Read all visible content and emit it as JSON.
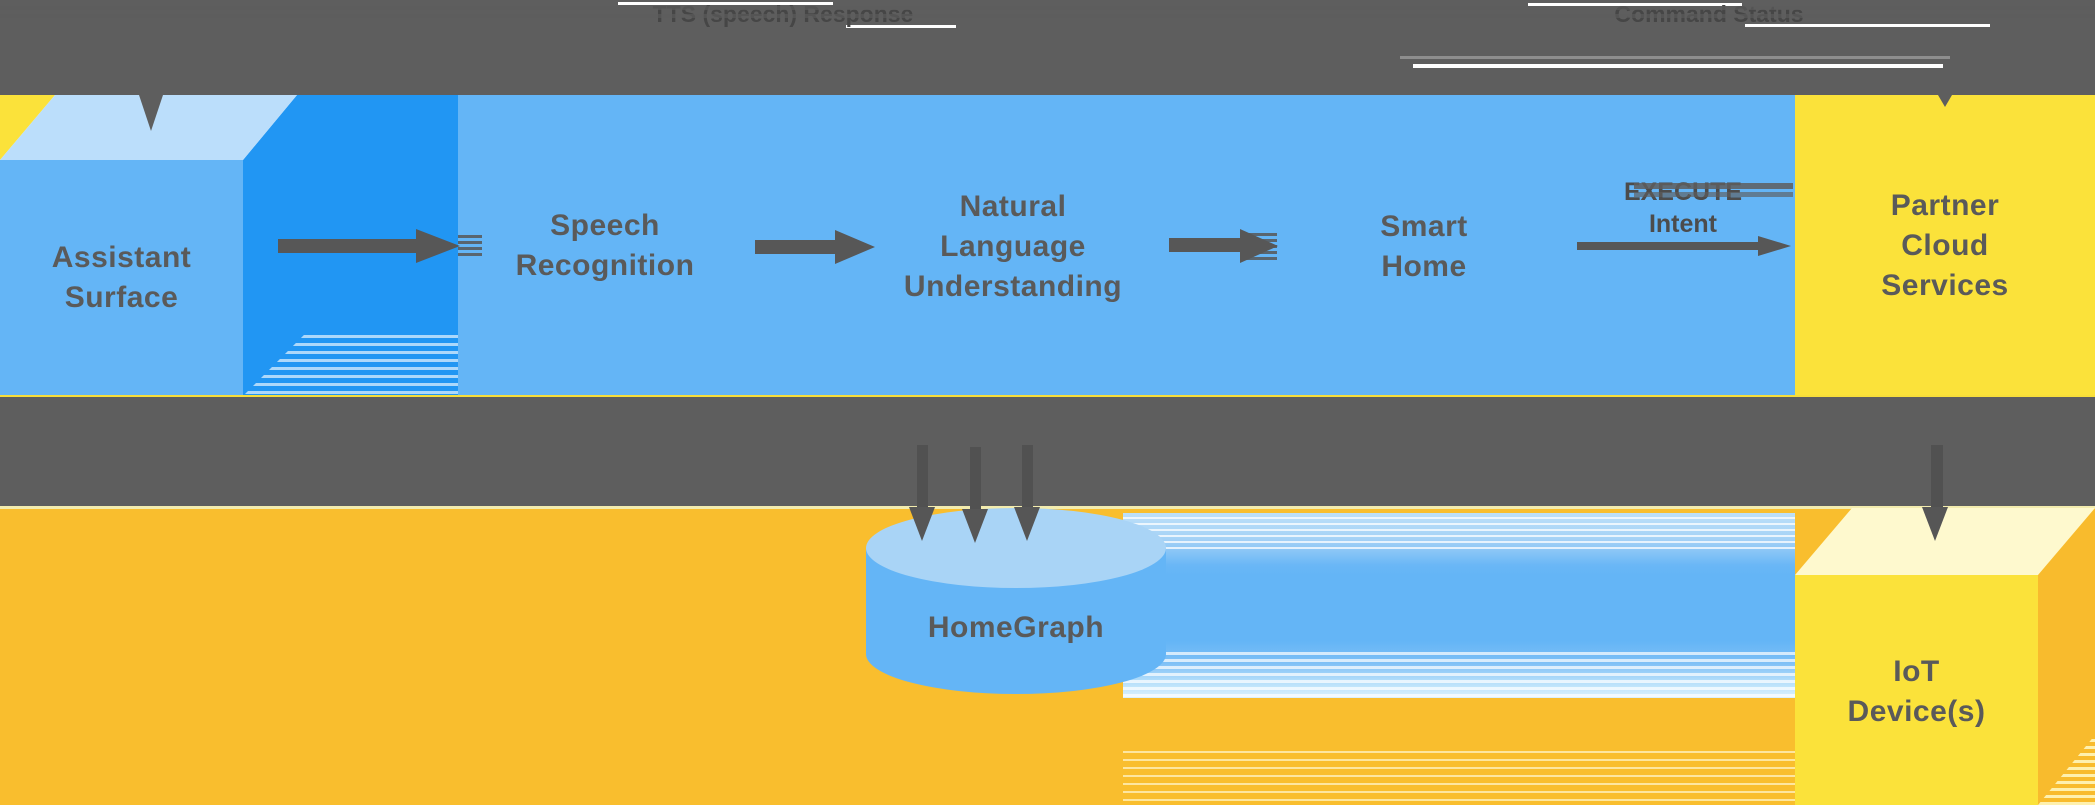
{
  "top_band": {
    "tts_response_label": "TTS (speech) Response",
    "command_status_label": "Command Status"
  },
  "nodes": {
    "assistant_surface": "Assistant\nSurface",
    "speech_recognition": "Speech\nRecognition",
    "natural_language_understanding": "Natural\nLanguage\nUnderstanding",
    "smart_home": "Smart\nHome",
    "partner_cloud_services": "Partner\nCloud\nServices",
    "homegraph": "HomeGraph",
    "iot_devices": "IoT\nDevice(s)"
  },
  "arrows": {
    "execute_intent_label": "EXECUTE\nIntent"
  },
  "colors": {
    "gray_band": "#5e5e5e",
    "panel_blue": "#64b5f6",
    "side_blue": "#2196f3",
    "top_face_blue": "#bbdefb",
    "cylinder_top_blue": "#a9d4f6",
    "bright_yellow": "#fbe23a",
    "pale_yellow_top": "#fef9ce",
    "orange_side": "#f8bb2d",
    "orange_background": "#f9be2e",
    "text_gray": "#5a5a5a"
  }
}
